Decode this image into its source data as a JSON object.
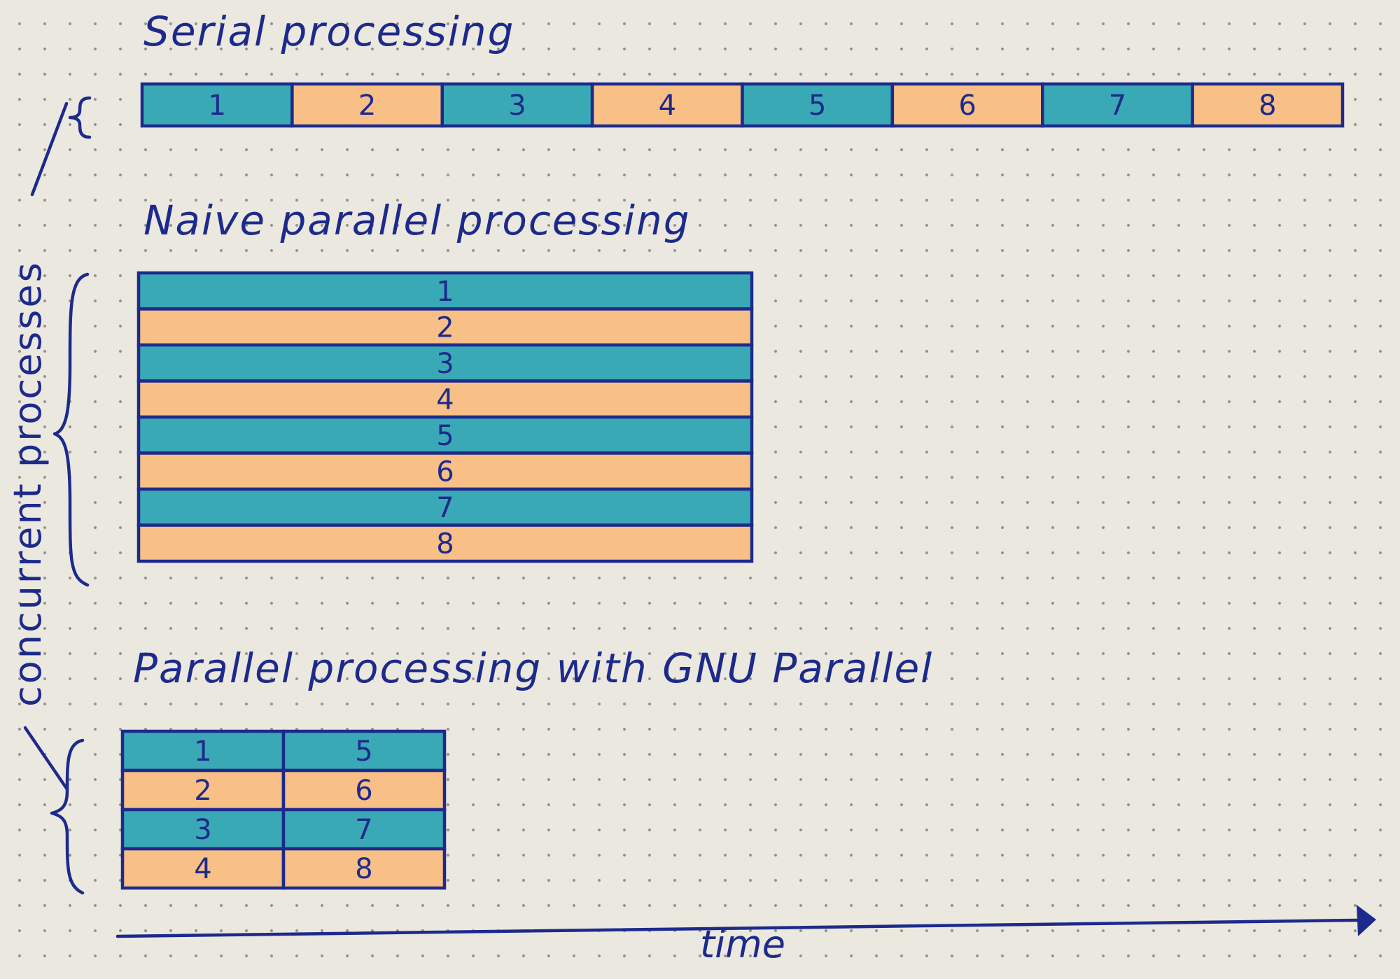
{
  "colors": {
    "ink": "#1d2a8c",
    "teal": "#3aa9b6",
    "orange": "#f8bf86",
    "paper": "#ebe8df"
  },
  "sections": {
    "serial": {
      "title": "Serial processing",
      "jobs": [
        "1",
        "2",
        "3",
        "4",
        "5",
        "6",
        "7",
        "8"
      ]
    },
    "naive": {
      "title": "Naive parallel processing",
      "jobs": [
        "1",
        "2",
        "3",
        "4",
        "5",
        "6",
        "7",
        "8"
      ]
    },
    "gnu": {
      "title": "Parallel processing with GNU Parallel",
      "batch1": [
        "1",
        "2",
        "3",
        "4"
      ],
      "batch2": [
        "5",
        "6",
        "7",
        "8"
      ]
    }
  },
  "axis": {
    "time_label": "time",
    "concurrency_label": "concurrent processes"
  }
}
